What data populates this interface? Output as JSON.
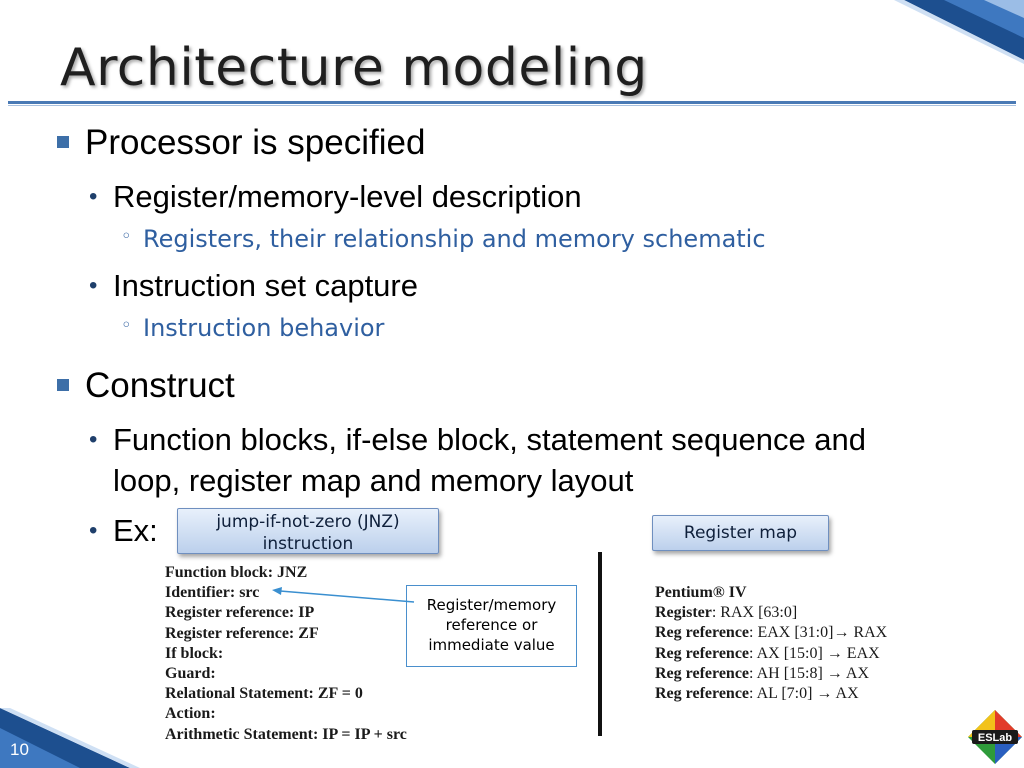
{
  "title": "Architecture modeling",
  "bullets": {
    "processor": "Processor is specified",
    "reg_mem": "Register/memory-level description",
    "reg_detail": "Registers, their relationship and memory schematic",
    "instr_set": "Instruction set capture",
    "instr_detail": "Instruction behavior",
    "construct": "Construct",
    "func_line1": "Function blocks, if-else block, statement sequence and",
    "func_line2": "loop, register map and memory layout",
    "ex": "Ex:"
  },
  "callouts": {
    "jnz_line1": "jump-if-not-zero (JNZ)",
    "jnz_line2": "instruction",
    "register_map": "Register map",
    "note_line1": "Register/memory",
    "note_line2": "reference or",
    "note_line3": "immediate value"
  },
  "jnz_code": [
    {
      "label": "Function block:",
      "value": " JNZ"
    },
    {
      "label": "Identifier:",
      "value": " src"
    },
    {
      "label": "Register reference:",
      "value": " IP"
    },
    {
      "label": "Register reference:",
      "value": " ZF"
    },
    {
      "label": "If block:",
      "value": ""
    },
    {
      "label": "Guard:",
      "value": ""
    },
    {
      "label": "Relational Statement:",
      "value": " ZF = 0"
    },
    {
      "label": "Action:",
      "value": ""
    },
    {
      "label": "Arithmetic Statement:",
      "value": " IP = IP + src"
    }
  ],
  "register_code": [
    {
      "label": "Pentium® IV",
      "value": ""
    },
    {
      "label": "Register",
      "value": ": RAX [63:0]"
    },
    {
      "label": "Reg reference",
      "value": ": EAX [31:0]→ RAX"
    },
    {
      "label": "Reg reference",
      "value": ": AX [15:0] → EAX"
    },
    {
      "label": "Reg reference",
      "value": ": AH [15:8] → AX"
    },
    {
      "label": "Reg reference",
      "value": ": AL [7:0] → AX"
    }
  ],
  "page_number": "10",
  "logo_text": "ESLab",
  "colors": {
    "accent": "#3d6fa8",
    "sub_bullet": "#2f5fa0",
    "rule": "#4a7ab5"
  }
}
